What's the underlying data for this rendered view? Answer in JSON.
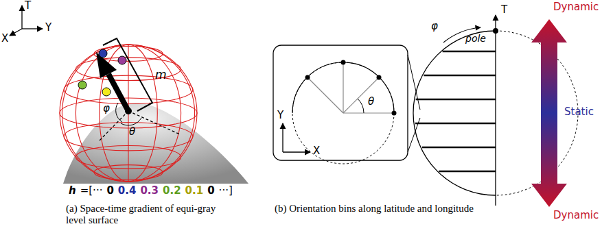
{
  "diagram": {
    "labels": [
      "T",
      "X",
      "Y",
      "m",
      "φ",
      "θ",
      "h",
      "=[···",
      "0",
      "0.4",
      "0.3",
      "0.2",
      "0.1",
      "0",
      "···]",
      "(a) Space-time gradient of equi-gray level surface",
      "Y",
      "X",
      "θ",
      "φ",
      "pole",
      "T",
      "Dynamic",
      "Static",
      "Dynamic",
      "(b) Orientation bins along latitude and longitude"
    ]
  }
}
